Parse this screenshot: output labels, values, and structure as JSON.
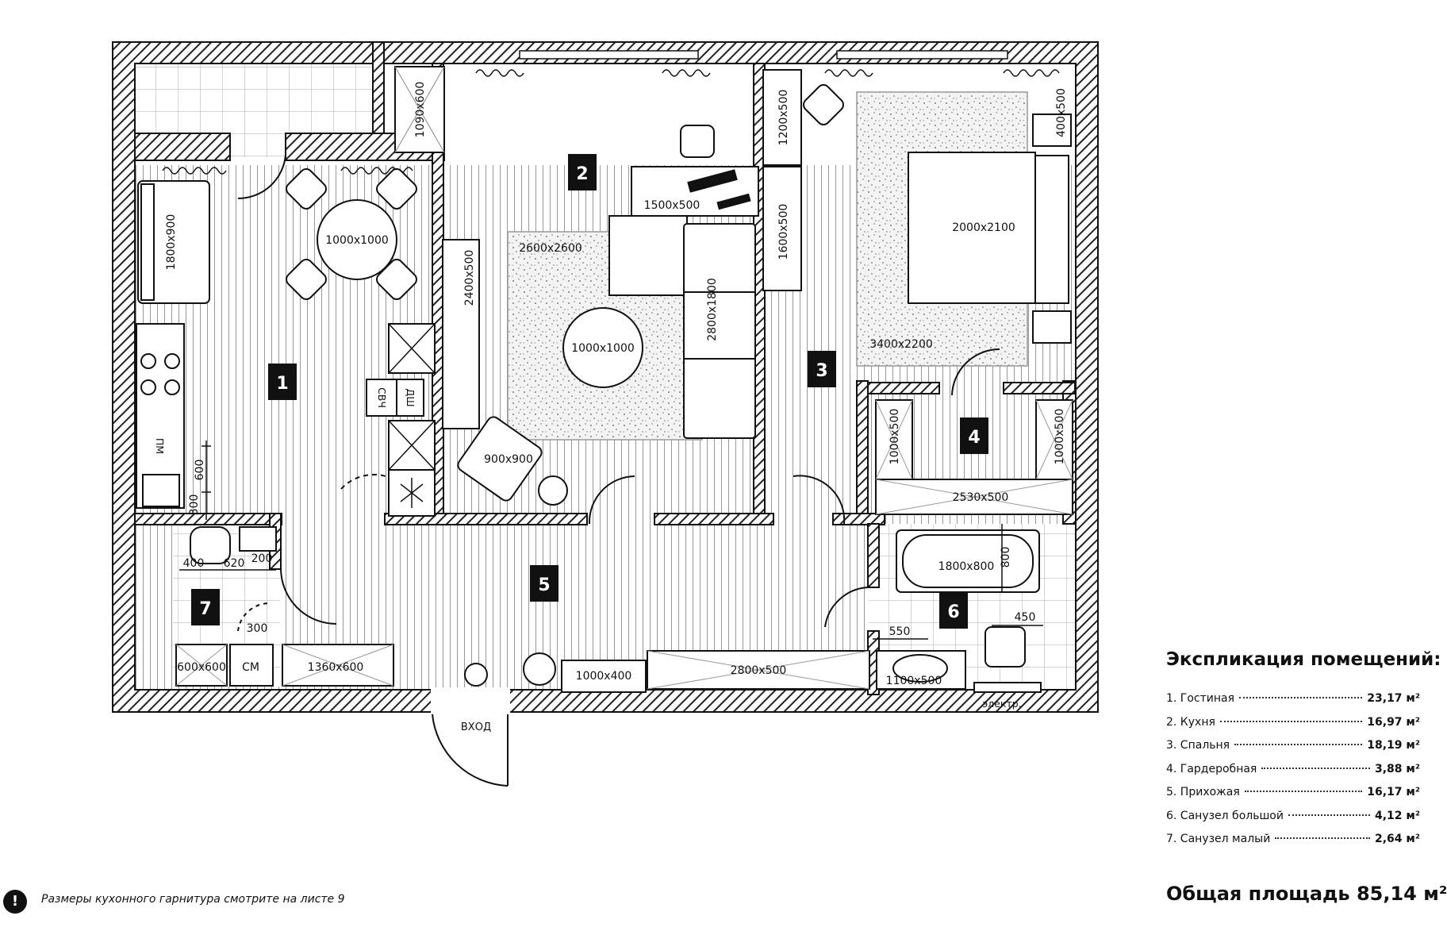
{
  "rooms": [
    {
      "number": "1"
    },
    {
      "number": "2"
    },
    {
      "number": "3"
    },
    {
      "number": "4"
    },
    {
      "number": "5"
    },
    {
      "number": "6"
    },
    {
      "number": "7"
    }
  ],
  "furniture_labels": {
    "sofa_kitchen": "1800x900",
    "dining_table": "1000x1000",
    "cabinet_top": "1090x600",
    "cabinet_2400": "2400x500",
    "microwave": "СВЧ",
    "oven": "ДШ",
    "dishwasher": "ПМ",
    "desk": "1500x500",
    "rug_living": "2600x2600",
    "coffee_table": "1000x1000",
    "sofa_living": "2800x1800",
    "armchair": "900x900",
    "wardrobe_1200": "1200x500",
    "wardrobe_1600": "1600x500",
    "nightstand": "400x500",
    "bed": "2000x2100",
    "rug_bedroom": "3400x2200",
    "closet_left": "1000x500",
    "closet_right": "1000x500",
    "closet_bottom": "2530x500",
    "bathtub": "1800x800",
    "bathtub_width": "800",
    "sink_big": "1100x500",
    "wc_offset_450": "450",
    "sink_offset_550": "550",
    "electric": "электр.",
    "shower": "600x600",
    "washer": "СМ",
    "cabinet_1360": "1360x600",
    "hall_cabinet": "1000x400",
    "hall_wardrobe": "2800x500",
    "dim_600": "600",
    "dim_300_a": "300",
    "dim_400": "400",
    "dim_620": "620",
    "dim_200": "200",
    "dim_300_b": "300",
    "entrance": "ВХОД"
  },
  "legend": {
    "title": "Экспликация помещений:",
    "items": [
      {
        "name": "1. Гостиная",
        "area": "23,17 м²"
      },
      {
        "name": "2. Кухня",
        "area": "16,97 м²"
      },
      {
        "name": "3. Спальня",
        "area": "18,19 м²"
      },
      {
        "name": "4. Гардеробная",
        "area": "3,88 м²"
      },
      {
        "name": "5. Прихожая",
        "area": "16,17 м²"
      },
      {
        "name": "6. Санузел большой",
        "area": "4,12 м²"
      },
      {
        "name": "7. Санузел малый",
        "area": "2,64 м²"
      }
    ],
    "total": "Общая площадь 85,14 м²"
  },
  "note": {
    "icon": "exclamation-icon",
    "text": "Размеры кухонного гарнитура смотрите на листе 9"
  }
}
